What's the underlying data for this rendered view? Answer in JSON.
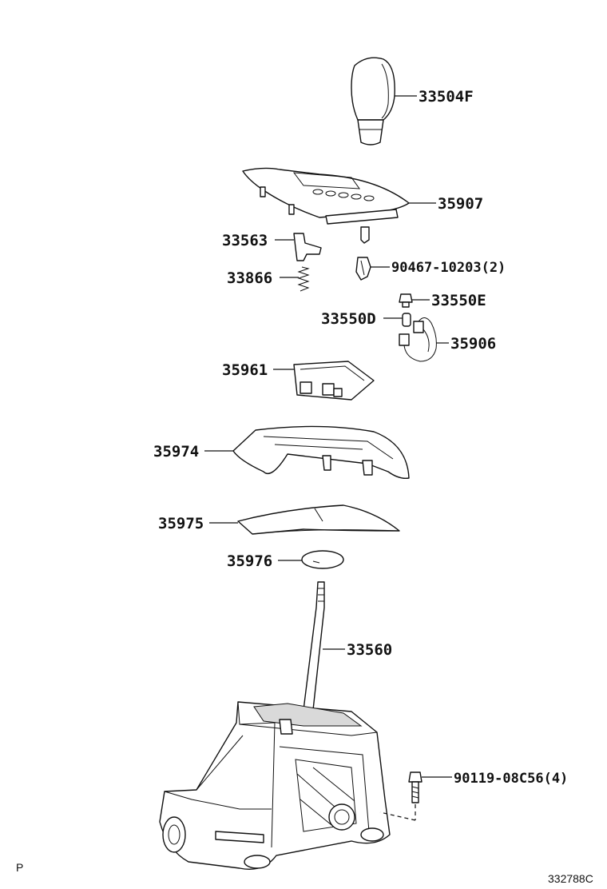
{
  "parts": {
    "p33504F": "33504F",
    "p35907": "35907",
    "p33563": "33563",
    "p33866": "33866",
    "p90467": "90467-10203(2)",
    "p33550E": "33550E",
    "p33550D": "33550D",
    "p35906": "35906",
    "p35961": "35961",
    "p35974": "35974",
    "p35975": "35975",
    "p35976": "35976",
    "p33560": "33560",
    "p90119": "90119-08C56(4)"
  },
  "footer": {
    "left_mark": "P",
    "drawing_number": "332788C"
  }
}
